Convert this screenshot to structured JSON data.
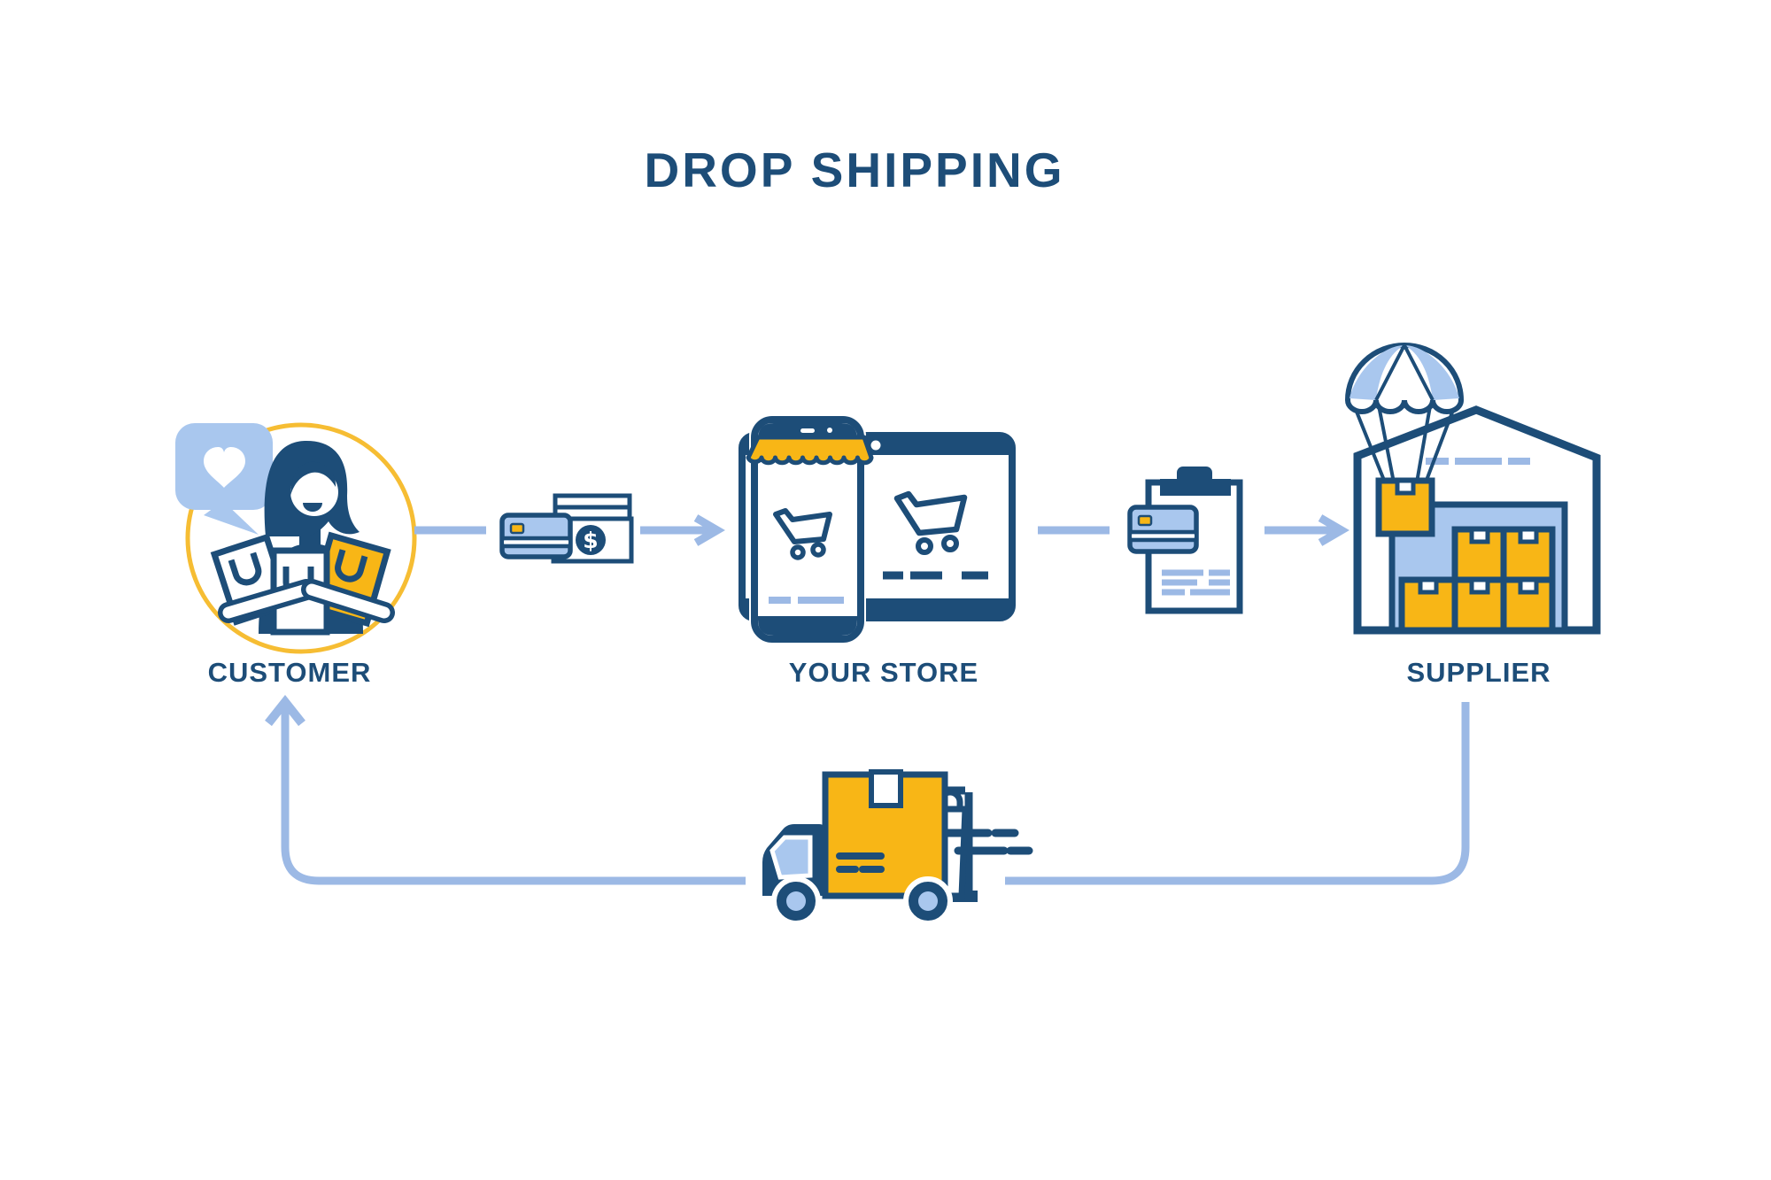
{
  "title": "DROP SHIPPING",
  "palette": {
    "navy": "#1d4d78",
    "light": "#9cb9e5",
    "mid": "#a9c7ee",
    "yellow": "#f8b616",
    "ring": "#f6bd33"
  },
  "nodes": {
    "customer": {
      "label": "CUSTOMER"
    },
    "store": {
      "label": "YOUR STORE"
    },
    "supplier": {
      "label": "SUPPLIER"
    }
  },
  "payment": {
    "currency_symbol": "$"
  },
  "icons": {
    "customer": "woman-with-shopping-bags",
    "like_bubble": "heart-speech-bubble",
    "payment": "credit-card-and-cash",
    "store": "storefront-browser-and-phone-with-carts",
    "order": "clipboard-order-with-credit-card",
    "supplier": "warehouse-with-parachute-package",
    "shipping": "fast-delivery-truck-with-shopping-bag"
  },
  "flow": {
    "forward": [
      "customer",
      "payment",
      "store",
      "order",
      "supplier"
    ],
    "return": [
      "supplier",
      "shipping",
      "customer"
    ]
  }
}
